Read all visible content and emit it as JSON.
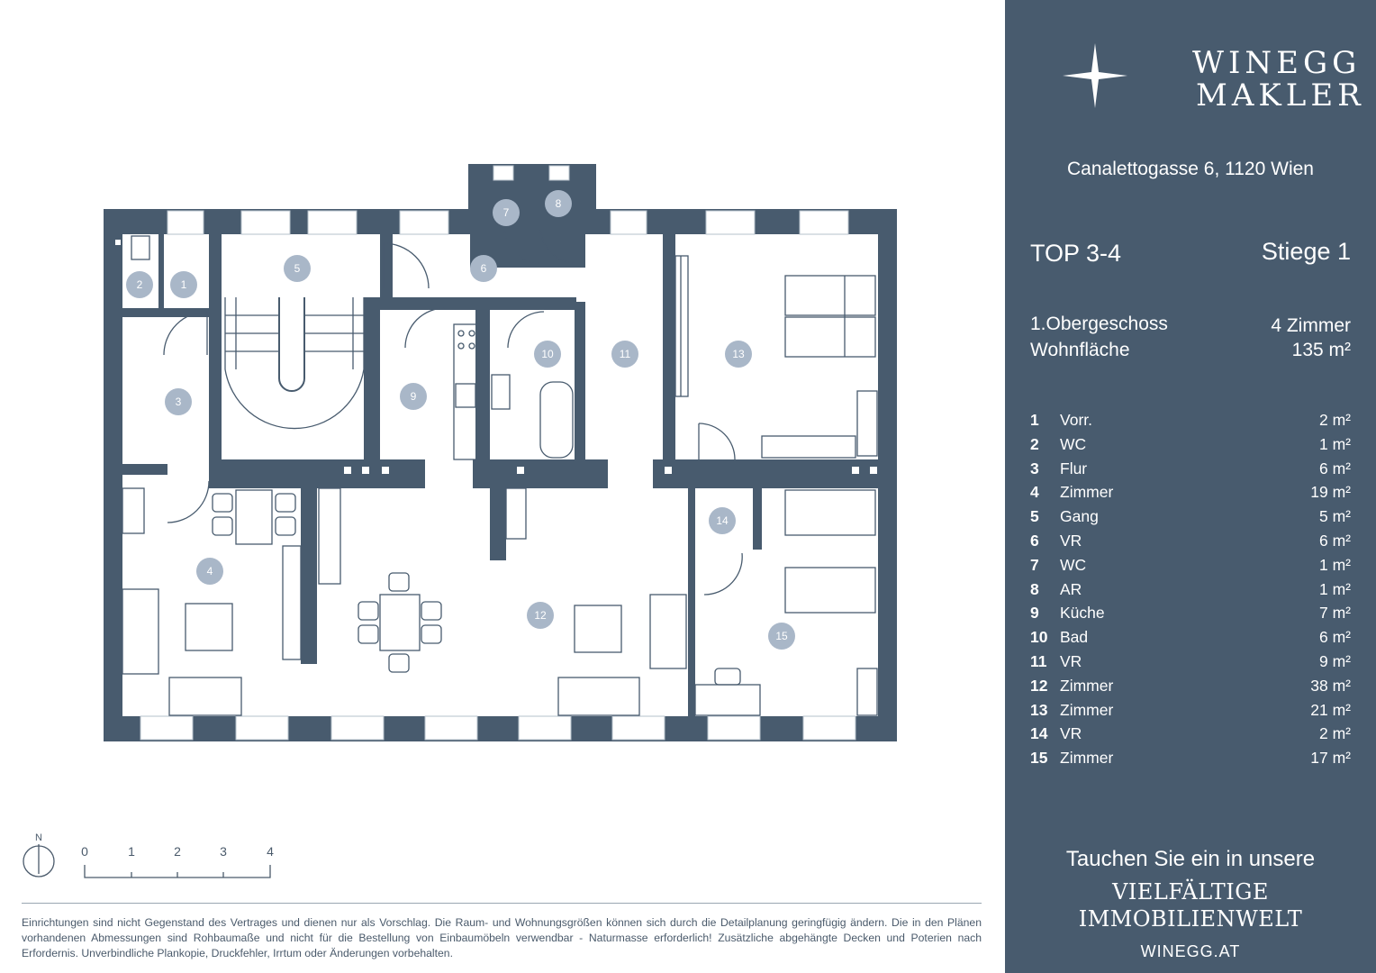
{
  "brand": {
    "line1": "WINEGG",
    "line2": "MAKLER"
  },
  "address": "Canalettogasse 6, 1120 Wien",
  "unit": {
    "title": "TOP 3-4",
    "stair": "Stiege 1",
    "floor": "1.Obergeschoss",
    "rooms_total": "4 Zimmer",
    "area_label": "Wohnfläche",
    "area_value": "135 m²"
  },
  "rooms": [
    {
      "num": "1",
      "name": "Vorr.",
      "area": "2 m²"
    },
    {
      "num": "2",
      "name": "WC",
      "area": "1 m²"
    },
    {
      "num": "3",
      "name": "Flur",
      "area": "6 m²"
    },
    {
      "num": "4",
      "name": "Zimmer",
      "area": "19 m²"
    },
    {
      "num": "5",
      "name": "Gang",
      "area": "5 m²"
    },
    {
      "num": "6",
      "name": "VR",
      "area": "6 m²"
    },
    {
      "num": "7",
      "name": "WC",
      "area": "1 m²"
    },
    {
      "num": "8",
      "name": "AR",
      "area": "1 m²"
    },
    {
      "num": "9",
      "name": "Küche",
      "area": "7 m²"
    },
    {
      "num": "10",
      "name": "Bad",
      "area": "6 m²"
    },
    {
      "num": "11",
      "name": "VR",
      "area": "9 m²"
    },
    {
      "num": "12",
      "name": "Zimmer",
      "area": "38 m²"
    },
    {
      "num": "13",
      "name": "Zimmer",
      "area": "21 m²"
    },
    {
      "num": "14",
      "name": "VR",
      "area": "2 m²"
    },
    {
      "num": "15",
      "name": "Zimmer",
      "area": "17 m²"
    }
  ],
  "tagline": "Tauchen Sie ein in unsere",
  "slogan": {
    "line1": "VIELFÄLTIGE",
    "line2": "IMMOBILIENWELT"
  },
  "website": "WINEGG.AT",
  "compass": {
    "label": "N"
  },
  "scale": {
    "labels": [
      "0",
      "1",
      "2",
      "3",
      "4"
    ]
  },
  "disclaimer": "Einrichtungen sind nicht Gegenstand des Vertrages und dienen nur als Vorschlag. Die Raum- und Wohnungsgrößen können sich durch die Detailplanung geringfügig ändern. Die in den Plänen vorhandenen Abmessungen sind Rohbaumaße und nicht für die Bestellung von Einbaumöbeln verwendbar - Naturmasse erforderlich! Zusätzliche abgehängte Decken und Poterien nach Erfordernis. Unverbindliche Plankopie, Druckfehler, Irrtum oder Änderungen vorbehalten.",
  "colors": {
    "sidebar": "#485b6e",
    "wall": "#485b6e",
    "marker": "#a9b7c8",
    "text": "#4a5a6b"
  }
}
